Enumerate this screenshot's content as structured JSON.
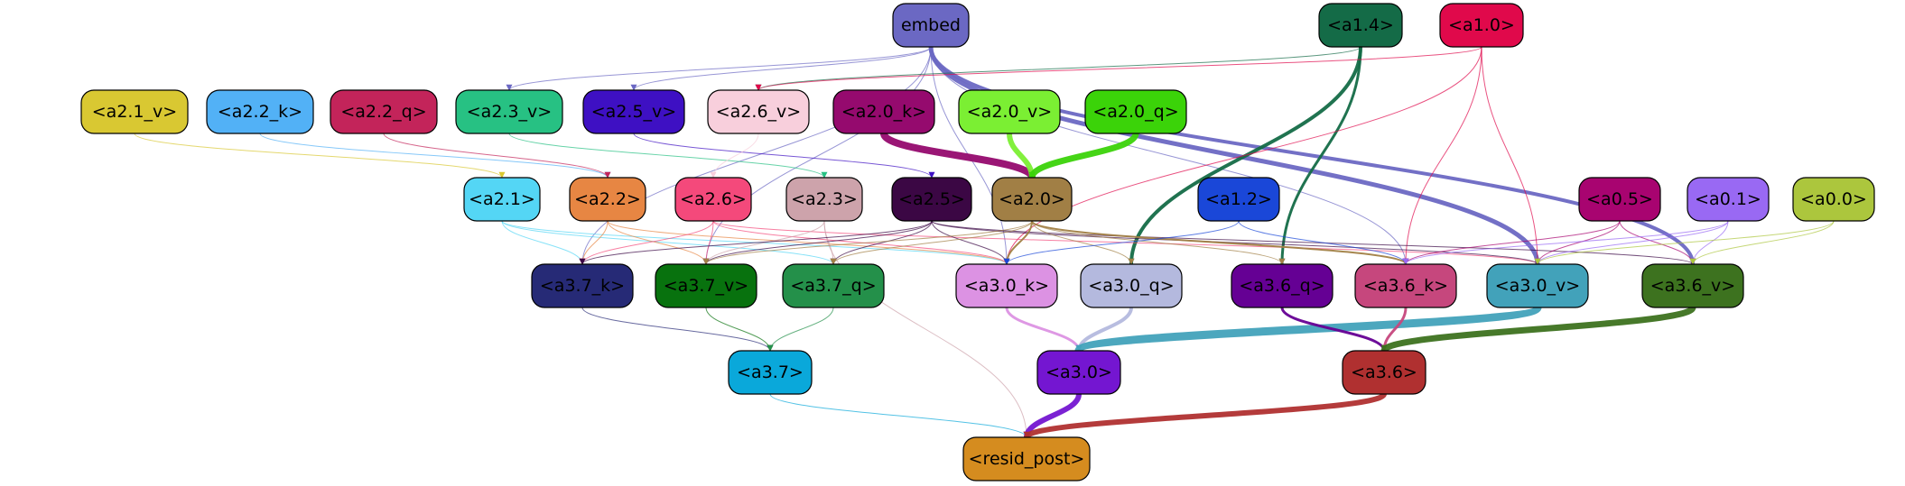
{
  "nodes": {
    "embed": {
      "label": "embed",
      "fill": "#6b68c3",
      "text": "#000000"
    },
    "a1_4": {
      "label": "<a1.4>",
      "fill": "#146b47",
      "text": "#000000"
    },
    "a1_0": {
      "label": "<a1.0>",
      "fill": "#e0094b",
      "text": "#000000"
    },
    "a2_1_v": {
      "label": "<a2.1_v>",
      "fill": "#d9c832",
      "text": "#000000"
    },
    "a2_2_k": {
      "label": "<a2.2_k>",
      "fill": "#52b1f6",
      "text": "#000000"
    },
    "a2_2_q": {
      "label": "<a2.2_q>",
      "fill": "#c3245a",
      "text": "#000000"
    },
    "a2_3_v": {
      "label": "<a2.3_v>",
      "fill": "#27c183",
      "text": "#000000"
    },
    "a2_5_v": {
      "label": "<a2.5_v>",
      "fill": "#3e10c3",
      "text": "#000000"
    },
    "a2_6_v": {
      "label": "<a2.6_v>",
      "fill": "#f8cfdc",
      "text": "#000000"
    },
    "a2_0_k": {
      "label": "<a2.0_k>",
      "fill": "#950a6e",
      "text": "#000000"
    },
    "a2_0_v": {
      "label": "<a2.0_v>",
      "fill": "#7bef33",
      "text": "#000000"
    },
    "a2_0_q": {
      "label": "<a2.0_q>",
      "fill": "#3bd309",
      "text": "#000000"
    },
    "a2_1": {
      "label": "<a2.1>",
      "fill": "#54d6f5",
      "text": "#000000"
    },
    "a2_2": {
      "label": "<a2.2>",
      "fill": "#e78643",
      "text": "#000000"
    },
    "a2_6": {
      "label": "<a2.6>",
      "fill": "#f4497b",
      "text": "#000000"
    },
    "a2_3": {
      "label": "<a2.3>",
      "fill": "#cda3ab",
      "text": "#000000"
    },
    "a2_5": {
      "label": "<a2.5>",
      "fill": "#3b0744",
      "text": "#000000"
    },
    "a2_0": {
      "label": "<a2.0>",
      "fill": "#a17f45",
      "text": "#000000"
    },
    "a1_2": {
      "label": "<a1.2>",
      "fill": "#1a47d8",
      "text": "#000000"
    },
    "a0_5": {
      "label": "<a0.5>",
      "fill": "#a80470",
      "text": "#000000"
    },
    "a0_1": {
      "label": "<a0.1>",
      "fill": "#9969f3",
      "text": "#000000"
    },
    "a0_0": {
      "label": "<a0.0>",
      "fill": "#acc63d",
      "text": "#000000"
    },
    "a3_7_k": {
      "label": "<a3.7_k>",
      "fill": "#262a76",
      "text": "#000000"
    },
    "a3_7_v": {
      "label": "<a3.7_v>",
      "fill": "#08720e",
      "text": "#000000"
    },
    "a3_7_q": {
      "label": "<a3.7_q>",
      "fill": "#24904a",
      "text": "#000000"
    },
    "a3_0_k": {
      "label": "<a3.0_k>",
      "fill": "#dc92e3",
      "text": "#000000"
    },
    "a3_0_q": {
      "label": "<a3.0_q>",
      "fill": "#b4b9de",
      "text": "#000000"
    },
    "a3_6_q": {
      "label": "<a3.6_q>",
      "fill": "#650094",
      "text": "#000000"
    },
    "a3_6_k": {
      "label": "<a3.6_k>",
      "fill": "#c6477d",
      "text": "#000000"
    },
    "a3_0_v": {
      "label": "<a3.0_v>",
      "fill": "#42a2ba",
      "text": "#000000"
    },
    "a3_6_v": {
      "label": "<a3.6_v>",
      "fill": "#3d721f",
      "text": "#000000"
    },
    "a3_7": {
      "label": "<a3.7>",
      "fill": "#0aa8da",
      "text": "#000000"
    },
    "a3_0": {
      "label": "<a3.0>",
      "fill": "#7416d1",
      "text": "#000000"
    },
    "a3_6": {
      "label": "<a3.6>",
      "fill": "#b03030",
      "text": "#000000"
    },
    "resid_post": {
      "label": "<resid_post>",
      "fill": "#d58c1f",
      "text": "#000000"
    }
  },
  "edges": [
    {
      "from": "embed",
      "to": "a3_0_v",
      "color": "#6b68c3",
      "weight": 5
    },
    {
      "from": "embed",
      "to": "a3_6_v",
      "color": "#6b68c3",
      "weight": 4
    },
    {
      "from": "embed",
      "to": "a3_7_k",
      "color": "#6b68c3",
      "weight": 1
    },
    {
      "from": "embed",
      "to": "a3_7_v",
      "color": "#6b68c3",
      "weight": 1
    },
    {
      "from": "embed",
      "to": "a2_3_v",
      "color": "#6b68c3",
      "weight": 1
    },
    {
      "from": "embed",
      "to": "a2_5_v",
      "color": "#6b68c3",
      "weight": 1
    },
    {
      "from": "embed",
      "to": "a3_6_k",
      "color": "#6b68c3",
      "weight": 1
    },
    {
      "from": "embed",
      "to": "a3_0_k",
      "color": "#6b68c3",
      "weight": 1
    },
    {
      "from": "a1_4",
      "to": "a3_0_q",
      "color": "#146b47",
      "weight": 4
    },
    {
      "from": "a1_4",
      "to": "a3_6_q",
      "color": "#146b47",
      "weight": 3
    },
    {
      "from": "a1_4",
      "to": "a2_6_v",
      "color": "#146b47",
      "weight": 1
    },
    {
      "from": "a1_0",
      "to": "a2_6_v",
      "color": "#e0094b",
      "weight": 1
    },
    {
      "from": "a1_0",
      "to": "a3_6_k",
      "color": "#e0094b",
      "weight": 1
    },
    {
      "from": "a1_0",
      "to": "a3_0_v",
      "color": "#e0094b",
      "weight": 1
    },
    {
      "from": "a1_0",
      "to": "a3_0_k",
      "color": "#e0094b",
      "weight": 1
    },
    {
      "from": "a2_1_v",
      "to": "a2_1",
      "color": "#d9c832",
      "weight": 1
    },
    {
      "from": "a2_2_k",
      "to": "a2_2",
      "color": "#52b1f6",
      "weight": 1
    },
    {
      "from": "a2_2_q",
      "to": "a2_2",
      "color": "#c3245a",
      "weight": 1
    },
    {
      "from": "a2_3_v",
      "to": "a2_3",
      "color": "#27c183",
      "weight": 1
    },
    {
      "from": "a2_5_v",
      "to": "a2_5",
      "color": "#3e10c3",
      "weight": 1
    },
    {
      "from": "a2_6_v",
      "to": "a2_6",
      "color": "#f8cfdc",
      "weight": 1
    },
    {
      "from": "a2_0_k",
      "to": "a2_0",
      "color": "#950a6e",
      "weight": 8
    },
    {
      "from": "a2_0_v",
      "to": "a2_0",
      "color": "#7bef33",
      "weight": 6
    },
    {
      "from": "a2_0_q",
      "to": "a2_0",
      "color": "#3bd309",
      "weight": 7
    },
    {
      "from": "a2_1",
      "to": "a3_7_k",
      "color": "#54d6f5",
      "weight": 1
    },
    {
      "from": "a2_1",
      "to": "a3_7_q",
      "color": "#54d6f5",
      "weight": 1
    },
    {
      "from": "a2_1",
      "to": "a3_0_k",
      "color": "#54d6f5",
      "weight": 1
    },
    {
      "from": "a2_2",
      "to": "a3_7_k",
      "color": "#e78643",
      "weight": 1
    },
    {
      "from": "a2_2",
      "to": "a3_7_v",
      "color": "#e78643",
      "weight": 1
    },
    {
      "from": "a2_2",
      "to": "a3_0_k",
      "color": "#e78643",
      "weight": 1
    },
    {
      "from": "a2_6",
      "to": "a3_7_k",
      "color": "#f4497b",
      "weight": 1
    },
    {
      "from": "a2_6",
      "to": "a3_7_v",
      "color": "#f4497b",
      "weight": 1
    },
    {
      "from": "a2_6",
      "to": "a3_0_k",
      "color": "#f4497b",
      "weight": 1
    },
    {
      "from": "a2_6",
      "to": "a3_0_v",
      "color": "#f4497b",
      "weight": 1
    },
    {
      "from": "a2_3",
      "to": "a3_7_q",
      "color": "#cda3ab",
      "weight": 1
    },
    {
      "from": "a2_3",
      "to": "a3_7_v",
      "color": "#cda3ab",
      "weight": 1
    },
    {
      "from": "a2_3",
      "to": "resid_post",
      "color": "#cda3ab",
      "weight": 1
    },
    {
      "from": "a2_5",
      "to": "a3_7_k",
      "color": "#3b0744",
      "weight": 1
    },
    {
      "from": "a2_5",
      "to": "a3_7_v",
      "color": "#3b0744",
      "weight": 1
    },
    {
      "from": "a2_5",
      "to": "a3_7_q",
      "color": "#3b0744",
      "weight": 1
    },
    {
      "from": "a2_5",
      "to": "a3_0_k",
      "color": "#3b0744",
      "weight": 1
    },
    {
      "from": "a2_5",
      "to": "a3_6_v",
      "color": "#3b0744",
      "weight": 1
    },
    {
      "from": "a2_5",
      "to": "a3_0_v",
      "color": "#3b0744",
      "weight": 1
    },
    {
      "from": "a2_0",
      "to": "a3_0_k",
      "color": "#a17f45",
      "weight": 2
    },
    {
      "from": "a2_0",
      "to": "a3_0_q",
      "color": "#a17f45",
      "weight": 1
    },
    {
      "from": "a2_0",
      "to": "a3_6_k",
      "color": "#a17f45",
      "weight": 2
    },
    {
      "from": "a2_0",
      "to": "a3_6_q",
      "color": "#a17f45",
      "weight": 1
    },
    {
      "from": "a2_0",
      "to": "a3_7_v",
      "color": "#a17f45",
      "weight": 1
    },
    {
      "from": "a2_0",
      "to": "a3_7_q",
      "color": "#a17f45",
      "weight": 1
    },
    {
      "from": "a1_2",
      "to": "a3_0_k",
      "color": "#1a47d8",
      "weight": 1
    },
    {
      "from": "a1_2",
      "to": "a3_6_k",
      "color": "#1a47d8",
      "weight": 1
    },
    {
      "from": "a0_5",
      "to": "a3_6_k",
      "color": "#a80470",
      "weight": 1
    },
    {
      "from": "a0_5",
      "to": "a3_0_v",
      "color": "#a80470",
      "weight": 1
    },
    {
      "from": "a0_5",
      "to": "a3_6_v",
      "color": "#a80470",
      "weight": 1
    },
    {
      "from": "a0_1",
      "to": "a3_0_v",
      "color": "#9969f3",
      "weight": 1
    },
    {
      "from": "a0_1",
      "to": "a3_6_v",
      "color": "#9969f3",
      "weight": 1
    },
    {
      "from": "a0_1",
      "to": "a3_6_k",
      "color": "#9969f3",
      "weight": 1
    },
    {
      "from": "a0_0",
      "to": "a3_6_v",
      "color": "#acc63d",
      "weight": 1
    },
    {
      "from": "a0_0",
      "to": "a3_0_v",
      "color": "#acc63d",
      "weight": 1
    },
    {
      "from": "a3_7_k",
      "to": "a3_7",
      "color": "#262a76",
      "weight": 1
    },
    {
      "from": "a3_7_v",
      "to": "a3_7",
      "color": "#08720e",
      "weight": 1
    },
    {
      "from": "a3_7_q",
      "to": "a3_7",
      "color": "#24904a",
      "weight": 1
    },
    {
      "from": "a3_0_k",
      "to": "a3_0",
      "color": "#dc92e3",
      "weight": 3
    },
    {
      "from": "a3_0_q",
      "to": "a3_0",
      "color": "#b4b9de",
      "weight": 4
    },
    {
      "from": "a3_0_v",
      "to": "a3_0",
      "color": "#42a2ba",
      "weight": 9
    },
    {
      "from": "a3_6_q",
      "to": "a3_6",
      "color": "#650094",
      "weight": 3
    },
    {
      "from": "a3_6_k",
      "to": "a3_6",
      "color": "#c6477d",
      "weight": 3
    },
    {
      "from": "a3_6_v",
      "to": "a3_6",
      "color": "#3d721f",
      "weight": 7
    },
    {
      "from": "a3_7",
      "to": "resid_post",
      "color": "#0aa8da",
      "weight": 1
    },
    {
      "from": "a3_0",
      "to": "resid_post",
      "color": "#7416d1",
      "weight": 6
    },
    {
      "from": "a3_6",
      "to": "resid_post",
      "color": "#b03030",
      "weight": 6
    }
  ]
}
